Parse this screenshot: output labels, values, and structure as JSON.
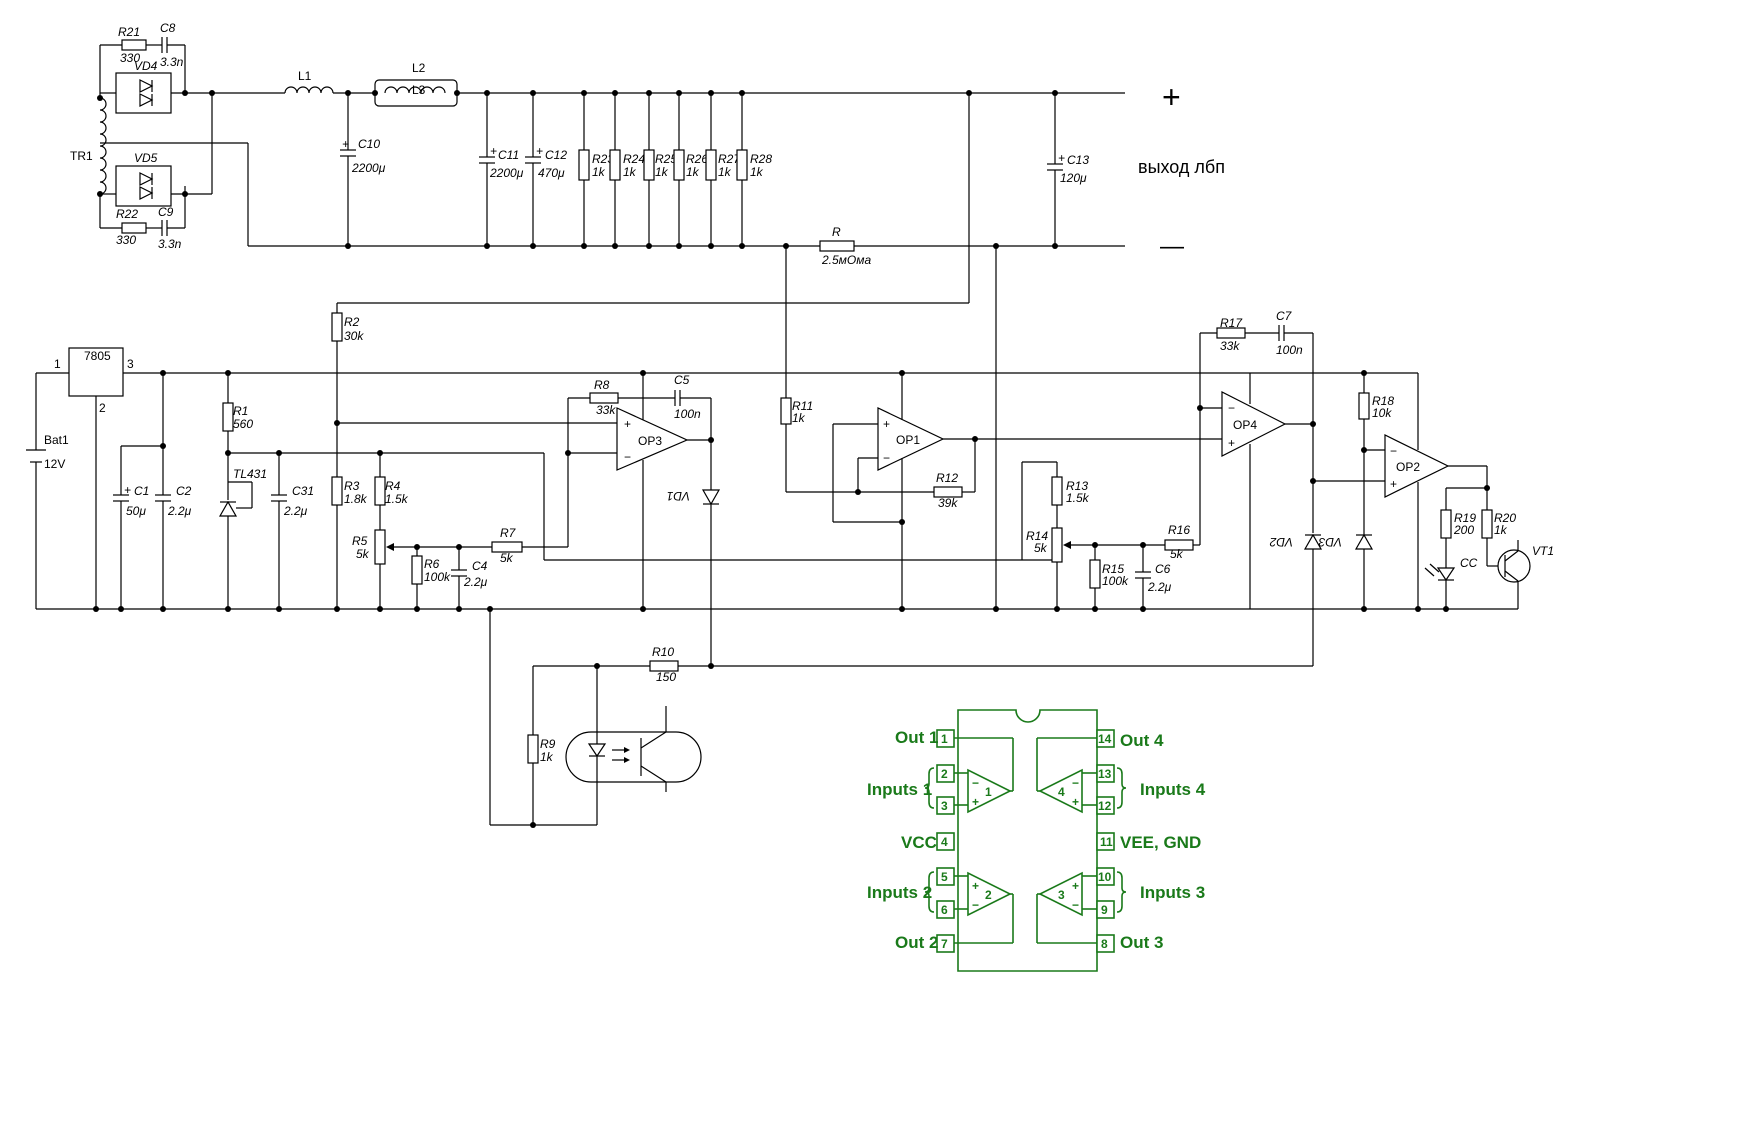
{
  "transformer": {
    "name": "TR1"
  },
  "snubbers": [
    {
      "r": "R21",
      "rv": "330",
      "c": "C8",
      "cv": "3.3n",
      "d": "VD4"
    },
    {
      "r": "R22",
      "rv": "330",
      "c": "C9",
      "cv": "3.3n",
      "d": "VD5"
    }
  ],
  "inductors": [
    "L1",
    "L2",
    "L3"
  ],
  "output_caps": [
    {
      "name": "C10",
      "value": "2200μ"
    },
    {
      "name": "C11",
      "value": "2200μ"
    },
    {
      "name": "C12",
      "value": "470μ"
    },
    {
      "name": "C13",
      "value": "120μ"
    }
  ],
  "load_resistors": [
    {
      "name": "R23",
      "value": "1k"
    },
    {
      "name": "R24",
      "value": "1k"
    },
    {
      "name": "R25",
      "value": "1k"
    },
    {
      "name": "R26",
      "value": "1k"
    },
    {
      "name": "R27",
      "value": "1k"
    },
    {
      "name": "R28",
      "value": "1k"
    }
  ],
  "shunt": {
    "name": "R",
    "value": "2.5мОма"
  },
  "output": {
    "plus": "+",
    "minus": "—",
    "label": "выход лбп"
  },
  "regulator": {
    "name": "7805",
    "pin1": "1",
    "pin2": "2",
    "pin3": "3"
  },
  "battery": {
    "name": "Bat1",
    "value": "12V"
  },
  "tl431": "TL431",
  "opamps": [
    "OP1",
    "OP2",
    "OP3",
    "OP4"
  ],
  "parts": {
    "C1": {
      "name": "C1",
      "value": "50μ"
    },
    "C2": {
      "name": "C2",
      "value": "2.2μ"
    },
    "C31": {
      "name": "C31",
      "value": "2.2μ"
    },
    "R1": {
      "name": "R1",
      "value": "560"
    },
    "R2": {
      "name": "R2",
      "value": "30k"
    },
    "R3": {
      "name": "R3",
      "value": "1.8k"
    },
    "R4": {
      "name": "R4",
      "value": "1.5k"
    },
    "R5": {
      "name": "R5",
      "value": "5k"
    },
    "R6": {
      "name": "R6",
      "value": "100k"
    },
    "C4": {
      "name": "C4",
      "value": "2.2μ"
    },
    "R7": {
      "name": "R7",
      "value": "5k"
    },
    "R8": {
      "name": "R8",
      "value": "33k"
    },
    "C5": {
      "name": "C5",
      "value": "100n"
    },
    "VD1": {
      "name": "VD1"
    },
    "R9": {
      "name": "R9",
      "value": "1k"
    },
    "R10": {
      "name": "R10",
      "value": "150"
    },
    "R11": {
      "name": "R11",
      "value": "1k"
    },
    "R12": {
      "name": "R12",
      "value": "39k"
    },
    "R13": {
      "name": "R13",
      "value": "1.5k"
    },
    "R14": {
      "name": "R14",
      "value": "5k"
    },
    "R15": {
      "name": "R15",
      "value": "100k"
    },
    "C6": {
      "name": "C6",
      "value": "2.2μ"
    },
    "R16": {
      "name": "R16",
      "value": "5k"
    },
    "R17": {
      "name": "R17",
      "value": "33k"
    },
    "C7": {
      "name": "C7",
      "value": "100n"
    },
    "R18": {
      "name": "R18",
      "value": "10k"
    },
    "R19": {
      "name": "R19",
      "value": "200"
    },
    "R20": {
      "name": "R20",
      "value": "1k"
    },
    "VD2": {
      "name": "VD2"
    },
    "VD3": {
      "name": "VD3"
    },
    "CC": {
      "name": "CC"
    },
    "VT1": {
      "name": "VT1"
    }
  },
  "pinout": {
    "left": [
      {
        "label": "Out 1",
        "pins": [
          "1"
        ]
      },
      {
        "label": "Inputs 1",
        "pins": [
          "2",
          "3"
        ]
      },
      {
        "label": "VCC",
        "pins": [
          "4"
        ]
      },
      {
        "label": "Inputs 2",
        "pins": [
          "5",
          "6"
        ]
      },
      {
        "label": "Out 2",
        "pins": [
          "7"
        ]
      }
    ],
    "right": [
      {
        "label": "Out 4",
        "pins": [
          "14"
        ]
      },
      {
        "label": "Inputs 4",
        "pins": [
          "13",
          "12"
        ]
      },
      {
        "label": "VEE, GND",
        "pins": [
          "11"
        ]
      },
      {
        "label": "Inputs 3",
        "pins": [
          "10",
          "9"
        ]
      },
      {
        "label": "Out 3",
        "pins": [
          "8"
        ]
      }
    ],
    "amps": [
      "1",
      "2",
      "3",
      "4"
    ]
  },
  "colors": {
    "ink": "#000000",
    "pinout": "#1a7a1a"
  }
}
